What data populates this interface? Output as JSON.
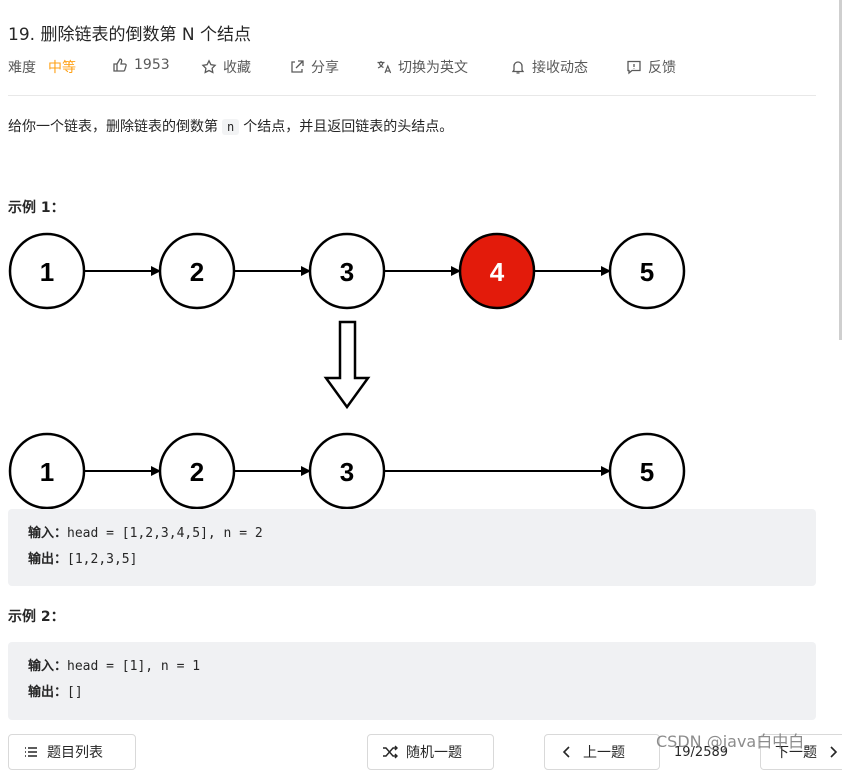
{
  "problem": {
    "title": "19. 删除链表的倒数第 N 个结点",
    "difficulty_label": "难度",
    "difficulty_value": "中等",
    "likes": "1953",
    "favorite_label": "收藏",
    "share_label": "分享",
    "translate_label": "切换为英文",
    "notify_label": "接收动态",
    "feedback_label": "反馈"
  },
  "description": {
    "before": "给你一个链表，删除链表的倒数第",
    "code": "n",
    "after": "个结点，并且返回链表的头结点。"
  },
  "example1": {
    "title": "示例 1：",
    "before_nodes": [
      "1",
      "2",
      "3",
      "4",
      "5"
    ],
    "after_nodes": [
      "1",
      "2",
      "3",
      "5"
    ],
    "input_label": "输入：",
    "input_value": "head = [1,2,3,4,5], n = 2",
    "output_label": "输出：",
    "output_value": "[1,2,3,5]",
    "highlight_color": "#e31b0b"
  },
  "example2": {
    "title": "示例 2：",
    "input_label": "输入：",
    "input_value": "head = [1], n = 1",
    "output_label": "输出：",
    "output_value": "[]"
  },
  "footer": {
    "problem_list": "题目列表",
    "random": "随机一题",
    "prev": "上一题",
    "page": "19/2589",
    "next": "下一题"
  },
  "watermark": "CSDN @java白中白."
}
